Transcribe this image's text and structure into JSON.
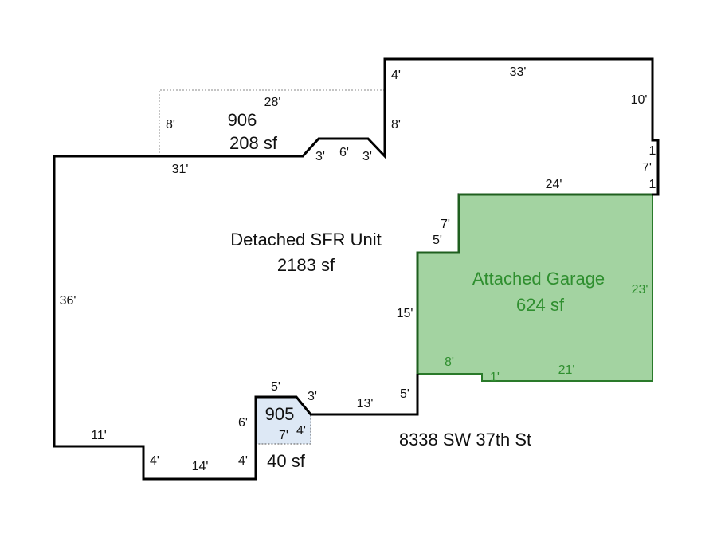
{
  "colors": {
    "outline": "#000000",
    "garage_fill": "#a3d3a1",
    "garage_stroke": "#2a7a2a",
    "garage_text": "#2f8f2f",
    "unit905_fill": "#dde8f5",
    "dotted": "#888888"
  },
  "areas": {
    "main": {
      "name": "Detached SFR Unit",
      "area": "2183 sf"
    },
    "garage": {
      "name": "Attached Garage",
      "area": "624 sf"
    },
    "unit906": {
      "name": "906",
      "area": "208 sf"
    },
    "unit905": {
      "name": "905",
      "area": "40 sf"
    }
  },
  "address": "8338 SW 37th St",
  "dimensions": {
    "main": {
      "top_left_31": "31'",
      "chamfer_left_3": "3'",
      "top_mid_6": "6'",
      "chamfer_right_3": "3'",
      "step_up_8": "8'",
      "step_up_4": "4'",
      "top_33": "33'",
      "right_10": "10'",
      "jog_1_top": "1",
      "right_7": "7'",
      "jog_1_bottom": "1",
      "garage_top_24": "24'",
      "step_7": "7'",
      "step_5": "5'",
      "left_15": "15'",
      "lower_5": "5'",
      "bottom_13": "13'",
      "chamfer_905_3": "3'",
      "top_905_5": "5'",
      "left_905_6": "6'",
      "jog_4_right": "4'",
      "bottom_14": "14'",
      "jog_4_left": "4'",
      "bottom_11": "11'",
      "left_36": "36'"
    },
    "unit906": {
      "top_28": "28'",
      "left_8": "8'"
    },
    "unit905": {
      "width_7": "7'",
      "height_4": "4'"
    },
    "garage": {
      "right_23": "23'",
      "bottom_8": "8'",
      "jog_1": "1'",
      "bottom_21": "21'"
    }
  }
}
